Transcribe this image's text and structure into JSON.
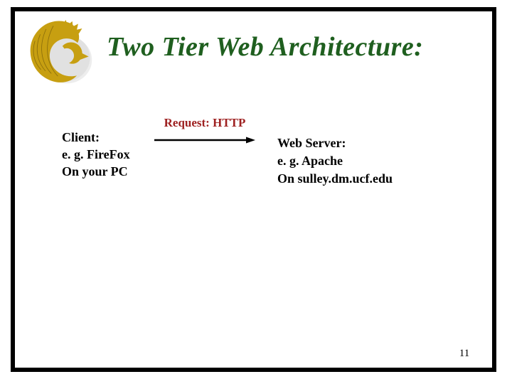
{
  "slide": {
    "title": "Two Tier Web Architecture:",
    "client": {
      "lines": [
        "Client:",
        "e. g. FireFox",
        "On your PC"
      ]
    },
    "request": {
      "label": "Request: HTTP"
    },
    "server": {
      "lines": [
        "Web Server:",
        "e. g. Apache",
        "On sulley.dm.ucf.edu"
      ]
    },
    "page_number": "11",
    "logo": {
      "name": "ucf-pegasus-logo"
    }
  },
  "colors": {
    "title_green": "#1f5f1f",
    "request_red": "#9e2121",
    "body_text": "#000000",
    "frame_border": "#000000",
    "logo_gold": "#c79f11",
    "logo_detail": "#8a6d0b",
    "logo_shadow": "#9a9a9a"
  }
}
